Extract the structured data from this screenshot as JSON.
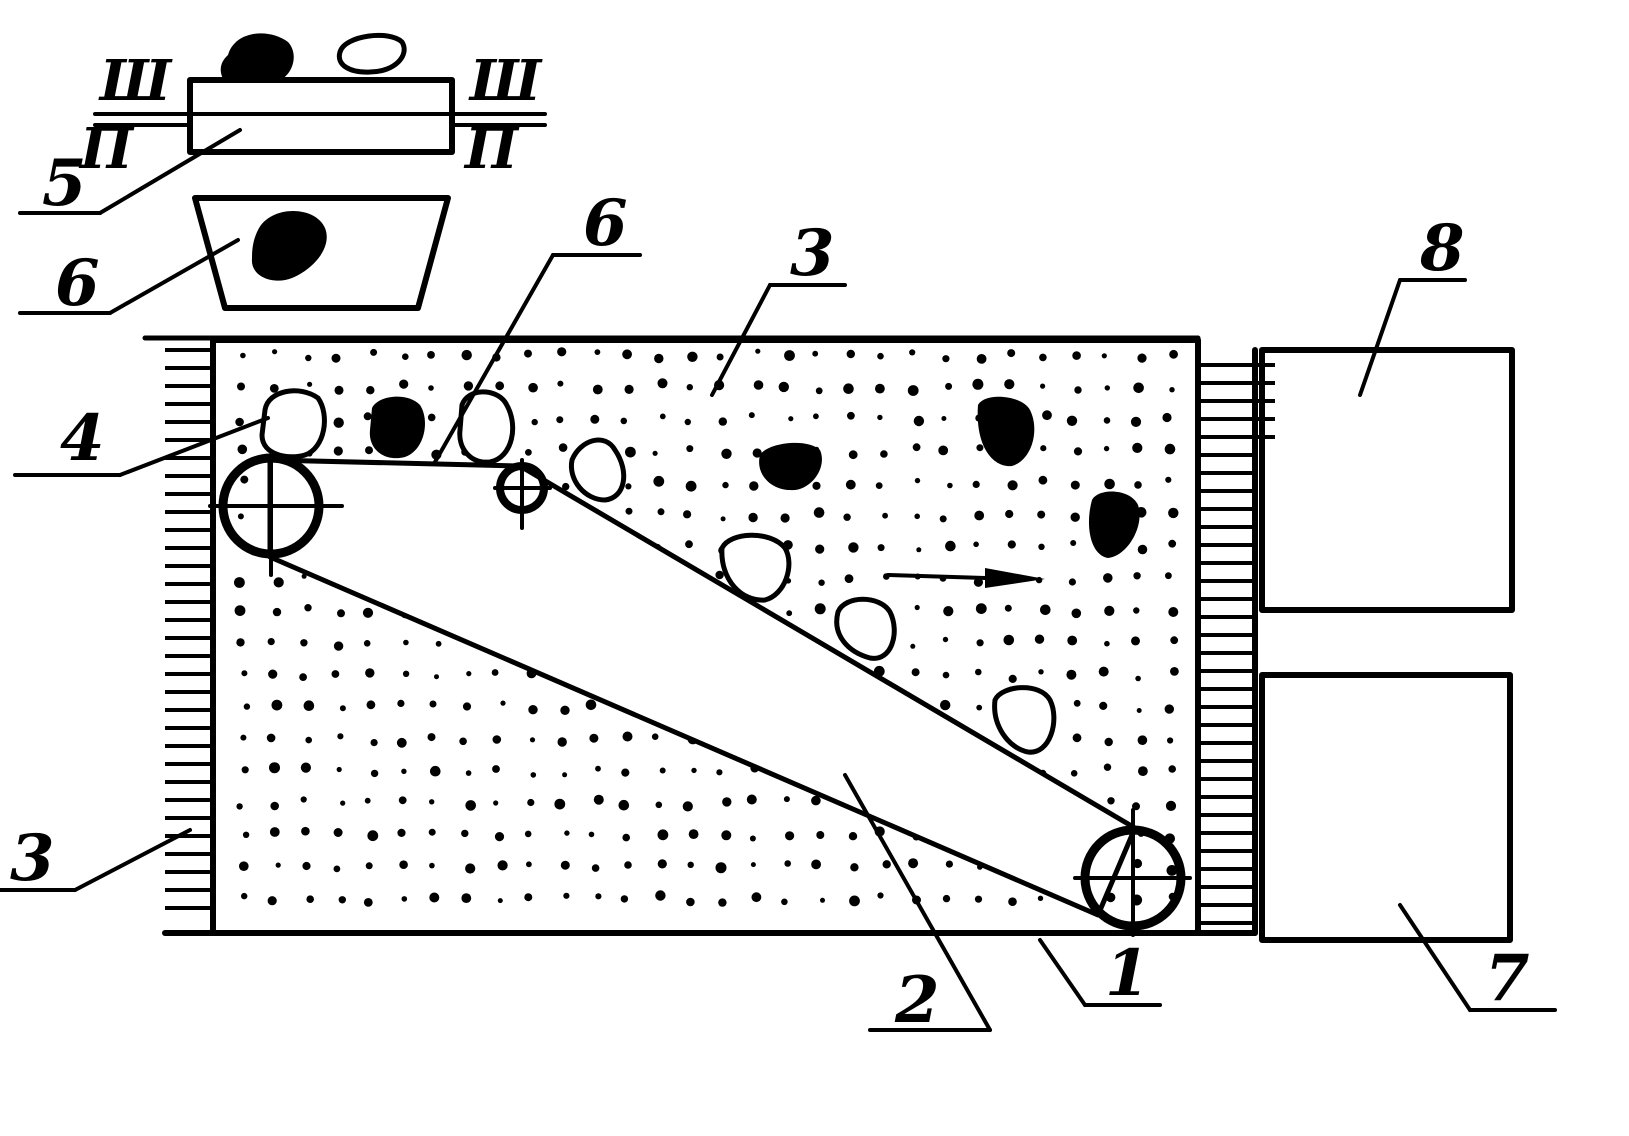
{
  "diagram": {
    "labels": {
      "belt_conveyor": "1",
      "belt": "2",
      "fluid_medium": "3",
      "fluid_medium_left": "3",
      "light_particle": "4",
      "separator_drum": "5",
      "heavy_hopper": "6",
      "heavy_lump_on_belt": "6",
      "upper_container": "8",
      "lower_container": "7",
      "hatch_top_left": "Ш",
      "hatch_top_right": "Ш",
      "hatch_bottom_left": "П",
      "hatch_bottom_right": "П"
    },
    "colors": {
      "ink": "#000000",
      "paper": "#ffffff"
    }
  }
}
